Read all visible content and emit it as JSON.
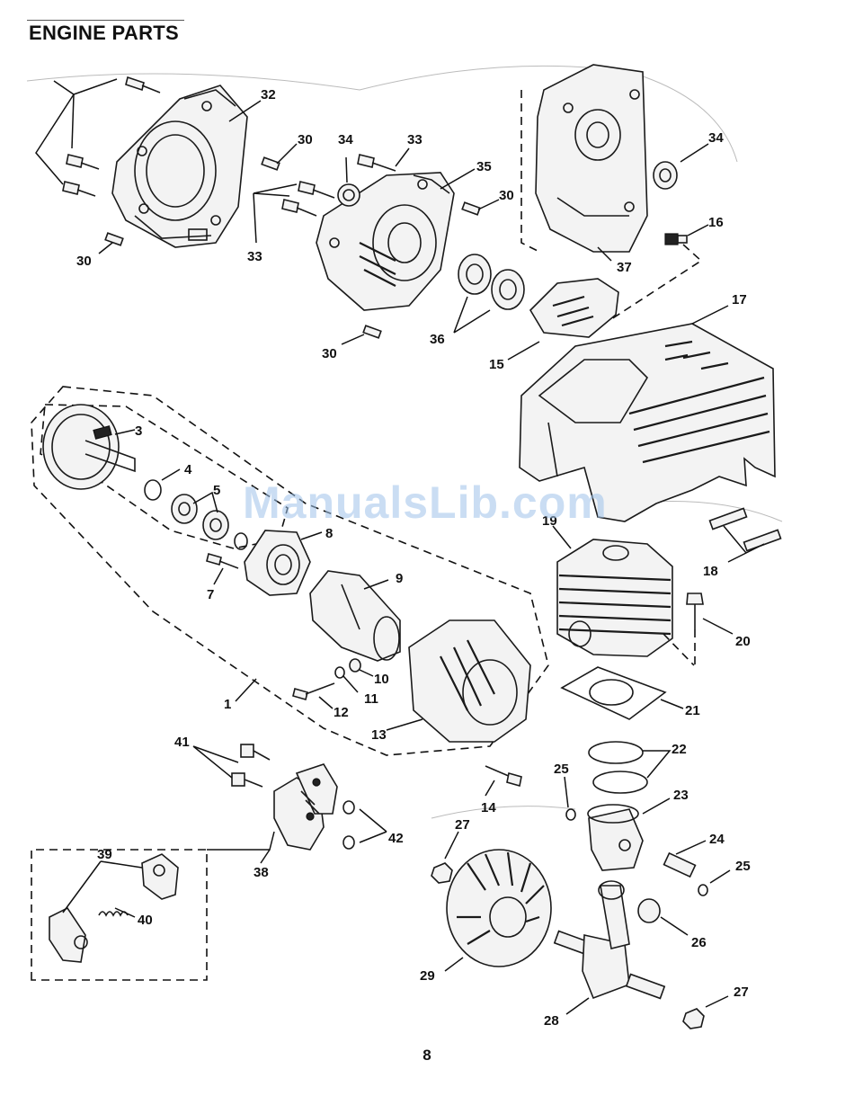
{
  "title": "ENGINE PARTS",
  "page_number": "8",
  "watermark": "ManualsLib.com",
  "callouts": {
    "c1": "1",
    "c3": "3",
    "c4": "4",
    "c5": "5",
    "c7": "7",
    "c8": "8",
    "c9": "9",
    "c10": "10",
    "c11": "11",
    "c12": "12",
    "c13": "13",
    "c14": "14",
    "c15": "15",
    "c16": "16",
    "c17": "17",
    "c18": "18",
    "c19": "19",
    "c20": "20",
    "c21": "21",
    "c22": "22",
    "c23": "23",
    "c24": "24",
    "c25a": "25",
    "c25b": "25",
    "c26": "26",
    "c27a": "27",
    "c27b": "27",
    "c28": "28",
    "c29": "29",
    "c30a": "30",
    "c30b": "30",
    "c30c": "30",
    "c30d": "30",
    "c32": "32",
    "c33a": "33",
    "c33b": "33",
    "c34a": "34",
    "c34b": "34",
    "c35": "35",
    "c36": "36",
    "c37": "37",
    "c38": "38",
    "c39": "39",
    "c40": "40",
    "c41": "41",
    "c42": "42"
  }
}
